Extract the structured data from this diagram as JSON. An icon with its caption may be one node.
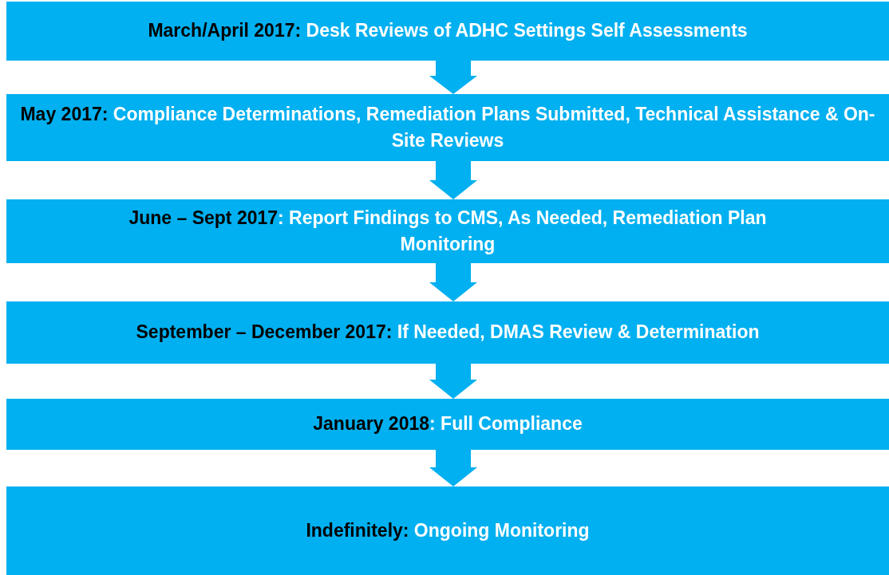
{
  "diagram": {
    "nodes": [
      {
        "text": [
          "March/April 2017:",
          "Desk Reviews of ADHC Settings Self Assessments"
        ]
      },
      {
        "text": [
          "May 2017:",
          "Compliance Determinations, Remediation Plans Submitted, Technical Assistance & On-Site Reviews"
        ]
      },
      {
        "text": [
          "June – Sept 2017",
          ": Report Findings to CMS, As Needed, Remediation Plan Monitoring"
        ]
      },
      {
        "text": [
          "September – December 2017:",
          "If Needed, DMAS Review & Determination"
        ]
      },
      {
        "text": [
          "January 2018",
          ": Full Compliance"
        ]
      },
      {
        "text": [
          "Indefinitely:",
          "Ongoing Monitoring"
        ]
      }
    ],
    "edges": [
      {
        "from": 0,
        "to": 1,
        "arrow": "to"
      },
      {
        "from": 1,
        "to": 2,
        "arrow": "to"
      },
      {
        "from": 2,
        "to": 3,
        "arrow": "to"
      },
      {
        "from": 3,
        "to": 4,
        "arrow": "to"
      },
      {
        "from": 4,
        "to": 5,
        "arrow": "to"
      }
    ]
  }
}
